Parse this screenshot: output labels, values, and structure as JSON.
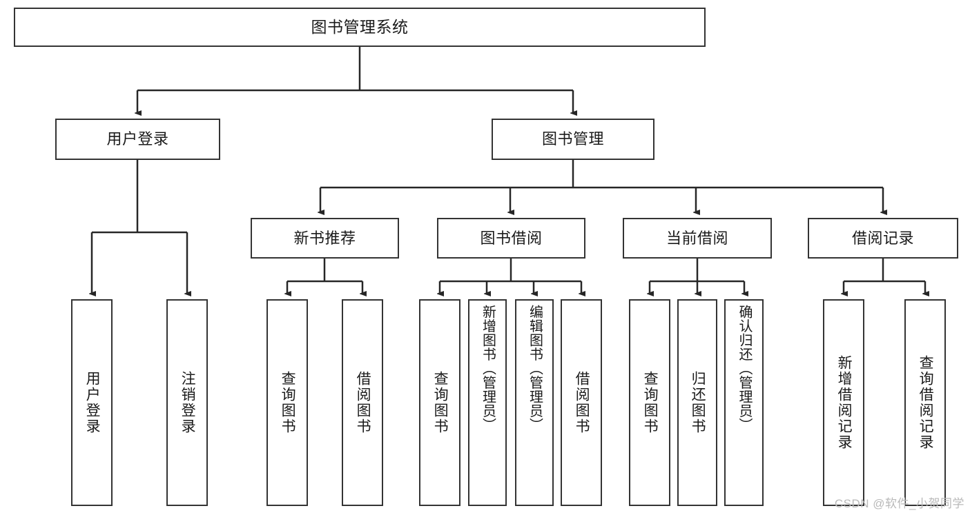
{
  "diagram": {
    "title": "图书管理系统",
    "type": "tree",
    "root": {
      "label": "图书管理系统"
    },
    "level1": [
      {
        "id": "user-login",
        "label": "用户登录"
      },
      {
        "id": "book-manage",
        "label": "图书管理"
      }
    ],
    "level2": [
      {
        "id": "new-book-recommend",
        "label": "新书推荐",
        "parent": "book-manage"
      },
      {
        "id": "book-borrow",
        "label": "图书借阅",
        "parent": "book-manage"
      },
      {
        "id": "current-borrow",
        "label": "当前借阅",
        "parent": "book-manage"
      },
      {
        "id": "borrow-record",
        "label": "借阅记录",
        "parent": "book-manage"
      }
    ],
    "leaves": [
      {
        "id": "leaf-user-login",
        "label": "用户登录",
        "parent": "user-login"
      },
      {
        "id": "leaf-user-logout",
        "label": "注销登录",
        "parent": "user-login"
      },
      {
        "id": "leaf-query-book-1",
        "label": "查询图书",
        "parent": "new-book-recommend"
      },
      {
        "id": "leaf-borrow-book-1",
        "label": "借阅图书",
        "parent": "new-book-recommend"
      },
      {
        "id": "leaf-query-book-2",
        "label": "查询图书",
        "parent": "book-borrow"
      },
      {
        "id": "leaf-add-book",
        "label": "新增图书（管理员）",
        "parent": "book-borrow"
      },
      {
        "id": "leaf-edit-book",
        "label": "编辑图书（管理员）",
        "parent": "book-borrow"
      },
      {
        "id": "leaf-borrow-book-2",
        "label": "借阅图书",
        "parent": "book-borrow"
      },
      {
        "id": "leaf-query-book-3",
        "label": "查询图书",
        "parent": "current-borrow"
      },
      {
        "id": "leaf-return-book",
        "label": "归还图书",
        "parent": "current-borrow"
      },
      {
        "id": "leaf-confirm-return",
        "label": "确认归还（管理员）",
        "parent": "current-borrow"
      },
      {
        "id": "leaf-add-record",
        "label": "新增借阅记录",
        "parent": "borrow-record"
      },
      {
        "id": "leaf-query-record",
        "label": "查询借阅记录",
        "parent": "borrow-record"
      }
    ]
  },
  "watermark": {
    "text": "CSDN @软件_小贺同学"
  },
  "colors": {
    "border": "#333333",
    "background": "#ffffff",
    "text": "#1a1a1a",
    "watermark": "#b9b9b9"
  }
}
